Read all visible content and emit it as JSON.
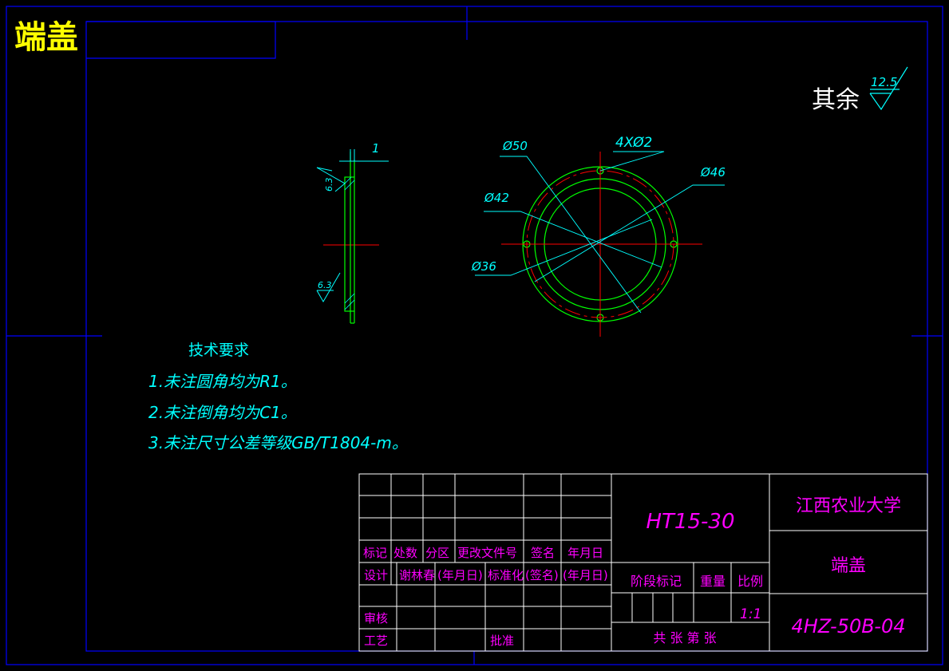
{
  "title": "端盖",
  "roughness": {
    "label": "其余",
    "value": "12.5",
    "side_top": "6.3",
    "side_bottom": "6.3"
  },
  "dims": {
    "thickness": "1",
    "d50": "Ø50",
    "holes": "4XØ2",
    "d46": "Ø46",
    "d42": "Ø42",
    "d36": "Ø36"
  },
  "tech": {
    "heading": "技术要求",
    "items": [
      "1.未注圆角均为R1。",
      "2.未注倒角均为C1。",
      "3.未注尺寸公差等级GB/T1804-m。"
    ]
  },
  "titleblock": {
    "material": "HT15-30",
    "school": "江西农业大学",
    "part_name": "端盖",
    "drawing_no": "4HZ-50B-04",
    "headers": [
      "标记",
      "处数",
      "分区",
      "更改文件号",
      "签名",
      "年月日"
    ],
    "design_label": "设计",
    "designer": "谢林春",
    "date1": "(年月日)",
    "standard": "标准化",
    "sign": "(签名)",
    "date2": "(年月日)",
    "stage": "阶段标记",
    "weight": "重量",
    "scale_label": "比例",
    "scale": "1:1",
    "review": "审核",
    "process": "工艺",
    "approve": "批准",
    "sheets": "共 张 第 张"
  },
  "colors": {
    "frame": "#0000ff",
    "outline": "#00ff00",
    "center": "#ff0000",
    "dimension": "#00ffff",
    "titleblock_text": "#ff00ff",
    "table_lines": "#ffffff",
    "title": "#ffff00"
  }
}
